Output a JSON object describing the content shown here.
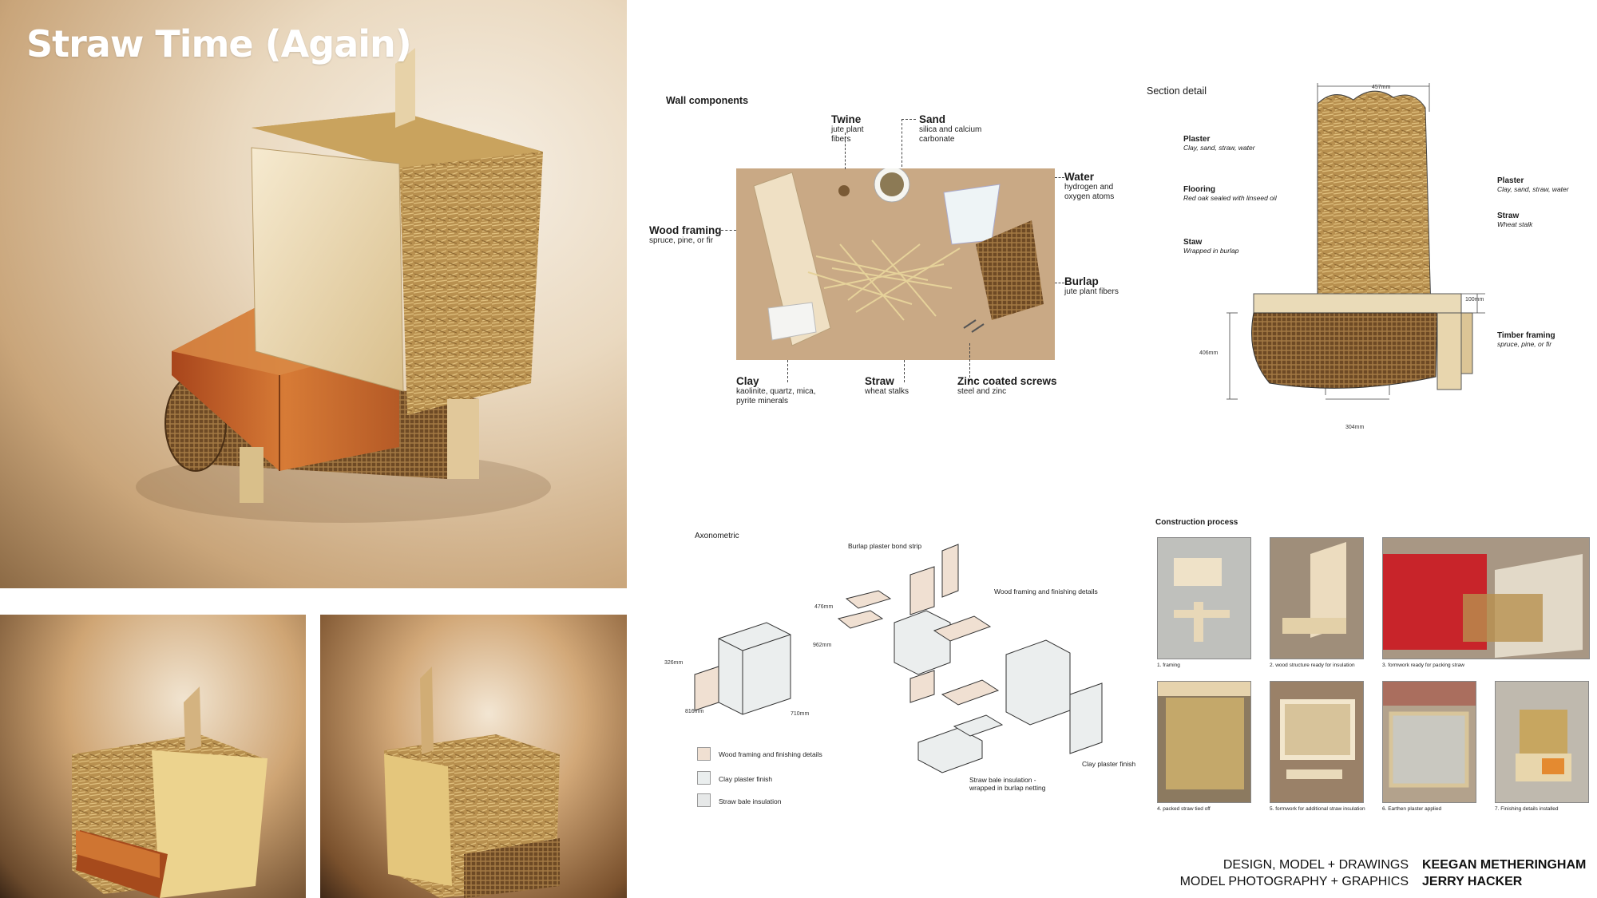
{
  "title": "Straw Time (Again)",
  "wall_components": {
    "heading": "Wall components",
    "items": [
      {
        "name": "Twine",
        "desc": [
          "jute plant",
          "fibers"
        ]
      },
      {
        "name": "Sand",
        "desc": [
          "silica and calcium",
          "carbonate"
        ]
      },
      {
        "name": "Water",
        "desc": [
          "hydrogen and",
          "oxygen atoms"
        ]
      },
      {
        "name": "Wood framing",
        "desc": [
          "spruce, pine, or fir"
        ]
      },
      {
        "name": "Burlap",
        "desc": [
          "jute plant fibers"
        ]
      },
      {
        "name": "Clay",
        "desc": [
          "kaolinite, quartz, mica,",
          "pyrite minerals"
        ]
      },
      {
        "name": "Straw",
        "desc": [
          "wheat stalks"
        ]
      },
      {
        "name": "Zinc coated screws",
        "desc": [
          "steel and zinc"
        ]
      }
    ]
  },
  "section_detail": {
    "heading": "Section detail",
    "labels": [
      {
        "name": "Plaster",
        "desc": "Clay, sand, straw, water"
      },
      {
        "name": "Flooring",
        "desc": "Red oak sealed with linseed oil"
      },
      {
        "name": "Staw",
        "desc": "Wrapped in burlap"
      },
      {
        "name": "Plaster",
        "desc": "Clay, sand, straw, water"
      },
      {
        "name": "Straw",
        "desc": "Wheat stalk"
      },
      {
        "name": "Timber framing",
        "desc": "spruce, pine, or fir"
      }
    ],
    "dims": [
      "457mm",
      "100mm",
      "406mm",
      "304mm"
    ]
  },
  "axonometric": {
    "heading": "Axonometric",
    "dims": [
      "476mm",
      "962mm",
      "326mm",
      "816mm",
      "710mm"
    ],
    "labels": [
      "Burlap plaster bond strip",
      "Wood framing and finishing details",
      "Straw bale insulation -",
      "wrapped in burlap netting",
      "Clay plaster finish"
    ],
    "legend": [
      {
        "label": "Wood framing and finishing details",
        "color": "#f0e0d2"
      },
      {
        "label": "Clay plaster finish",
        "color": "#eaeeee"
      },
      {
        "label": "Straw bale insulation",
        "color": "#e6e8e8"
      }
    ]
  },
  "construction": {
    "heading": "Construction process",
    "steps": [
      "1. framing",
      "2. wood structure ready for insulation",
      "3. formwork ready for packing straw",
      "4. packed straw tied off",
      "5. formwork for additional straw insulation",
      "6. Earthen plaster applied",
      "7. Finishing details installed"
    ]
  },
  "credits": [
    {
      "role": "DESIGN, MODEL + DRAWINGS",
      "name": "KEEGAN METHERINGHAM"
    },
    {
      "role": "MODEL PHOTOGRAPHY  + GRAPHICS",
      "name": "JERRY HACKER"
    }
  ],
  "colors": {
    "wood": "#c96a2c",
    "straw": "#b08a4a",
    "burlap": "#8a6234",
    "plaster": "#e9d6a8"
  }
}
